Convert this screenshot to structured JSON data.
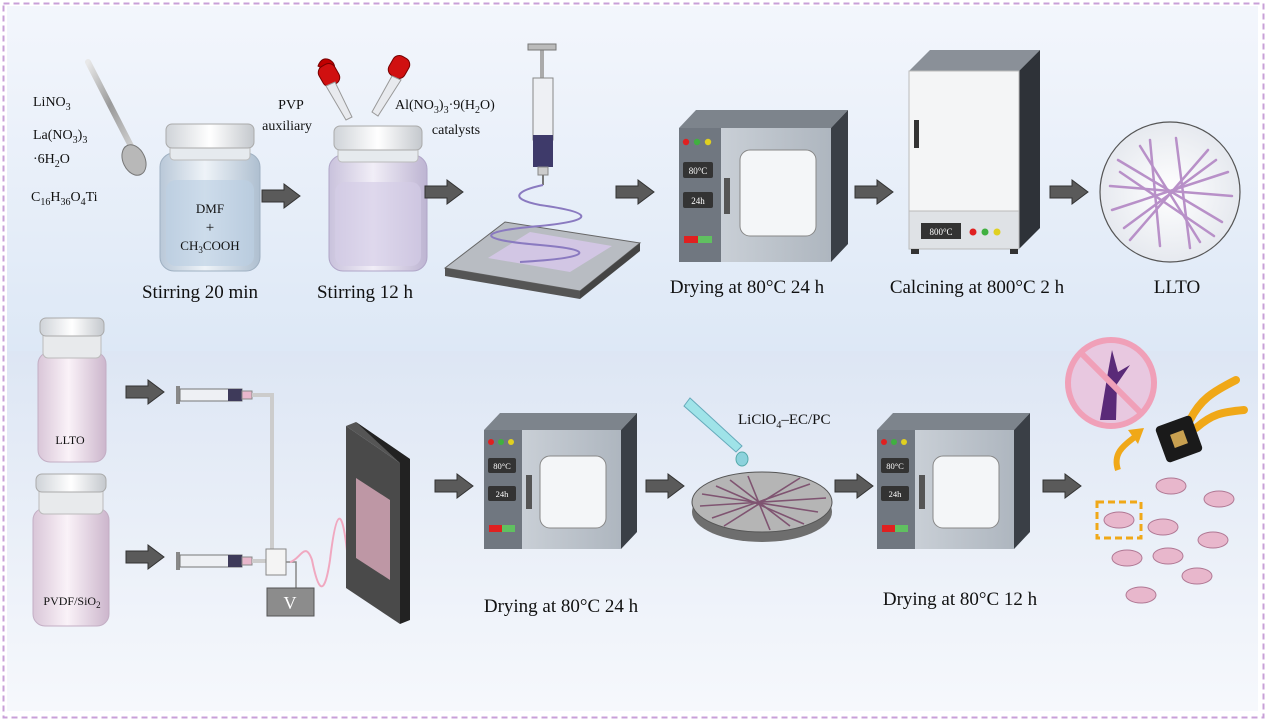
{
  "row1": {
    "reagents": {
      "line1": "LiNO",
      "sub1": "3",
      "line2": "La(NO",
      "sub2a": "3",
      "sub2b": "3",
      "line3": "·6H",
      "sub3": "2",
      "line3b": "O",
      "line4a": "C",
      "sub4a": "16",
      "line4b": "H",
      "sub4b": "36",
      "line4c": "O",
      "sub4c": "4",
      "line4d": "Ti"
    },
    "bottle1": {
      "line1": "DMF",
      "line2": "+",
      "line3a": "CH",
      "sub3": "3",
      "line3b": "COOH"
    },
    "dropper_left": {
      "line1": "PVP",
      "line2": "auxiliary"
    },
    "dropper_right": {
      "line1a": "Al(NO",
      "sub1a": "3",
      "line1b": ")",
      "sub1b": "3",
      "line1c": "·9(H",
      "sub1c": "2",
      "line1d": "O)",
      "line2": "catalysts"
    },
    "oven": {
      "temp": "80°C",
      "time": "24h"
    },
    "furnace": {
      "display": "800°C"
    },
    "steps": [
      "Stirring 20 min",
      "Stirring 12 h",
      "Drying at 80°C 24 h",
      "Calcining at 800°C 2 h",
      "LLTO"
    ]
  },
  "row2": {
    "bottle_top": "LLTO",
    "bottle_bottom": {
      "a": "PVDF/SiO",
      "sub": "2"
    },
    "voltage": "V",
    "oven1": {
      "temp": "80°C",
      "time": "24h"
    },
    "oven2": {
      "temp": "80°C",
      "time": "24h"
    },
    "electrolyte": {
      "a": "LiClO",
      "sub": "4",
      "b": "–EC/PC"
    },
    "steps": [
      "Drying at 80°C 24 h",
      "Drying at 80°C 12 h"
    ]
  },
  "colors": {
    "border": "#c9a0d8",
    "arrow": "#5a5a5a",
    "fiber": "#b890c8",
    "membrane": "#e8b7cc",
    "frame": "#f0a818"
  }
}
